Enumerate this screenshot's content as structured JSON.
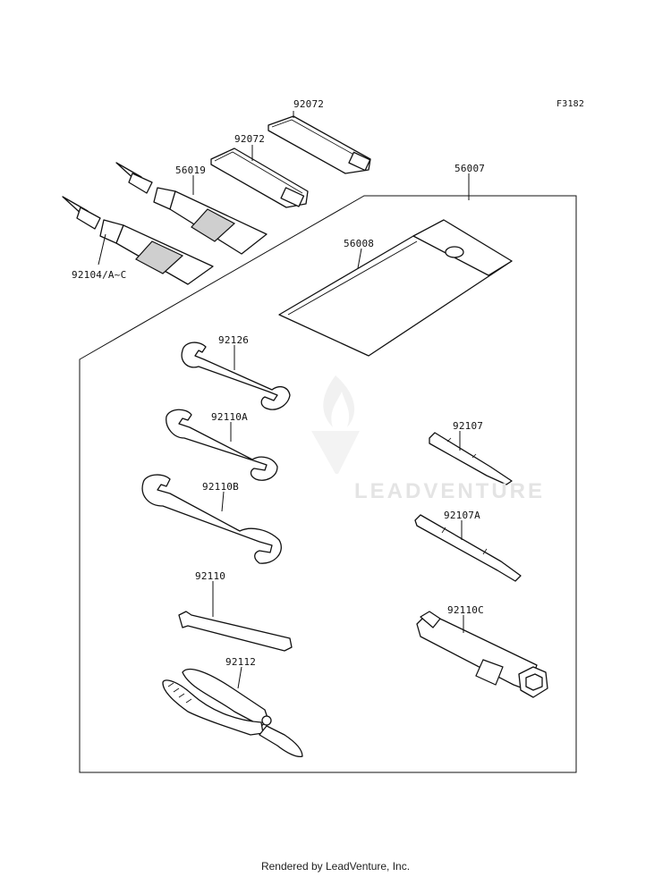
{
  "diagram": {
    "code": "F3182",
    "footer": "Rendered by LeadVenture, Inc.",
    "watermark": "LEADVENTURE",
    "parts": [
      {
        "id": "92072_a",
        "label": "92072"
      },
      {
        "id": "92072_b",
        "label": "92072"
      },
      {
        "id": "56019",
        "label": "56019"
      },
      {
        "id": "56007",
        "label": "56007"
      },
      {
        "id": "56008",
        "label": "56008"
      },
      {
        "id": "92104",
        "label": "92104/A~C"
      },
      {
        "id": "92126",
        "label": "92126"
      },
      {
        "id": "92110A",
        "label": "92110A"
      },
      {
        "id": "92110B",
        "label": "92110B"
      },
      {
        "id": "92107",
        "label": "92107"
      },
      {
        "id": "92107A",
        "label": "92107A"
      },
      {
        "id": "92110",
        "label": "92110"
      },
      {
        "id": "92110C",
        "label": "92110C"
      },
      {
        "id": "92112",
        "label": "92112"
      }
    ]
  }
}
